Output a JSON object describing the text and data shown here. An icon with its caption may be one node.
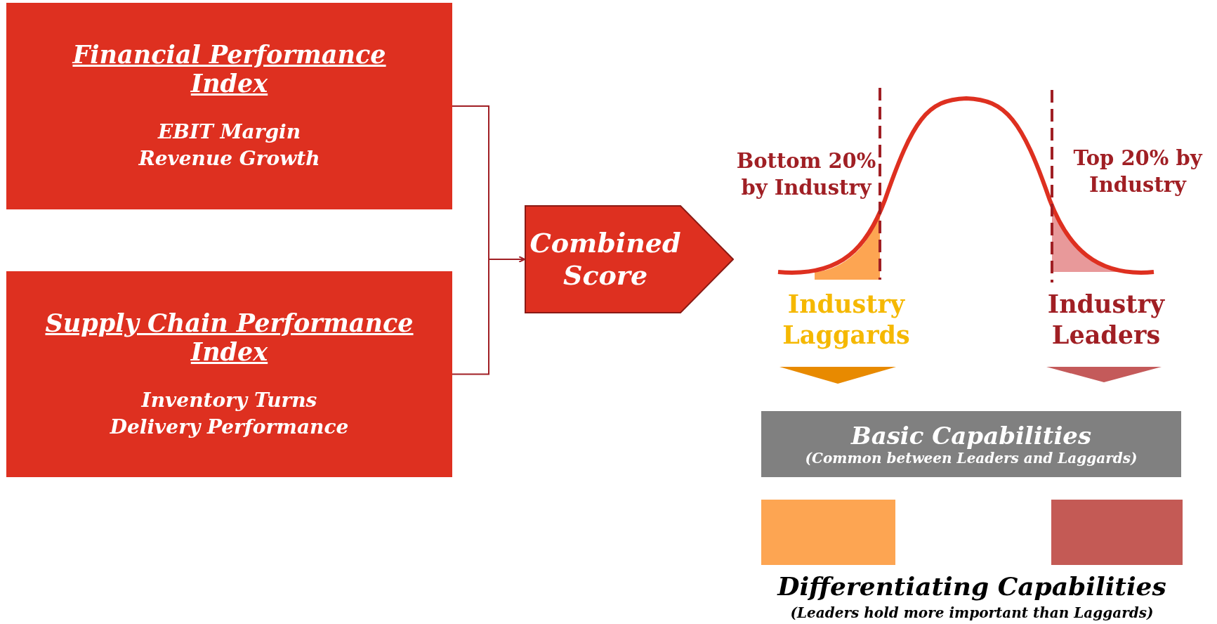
{
  "diagram": {
    "nodes": [
      {
        "text": [
          "Financial Performance Index",
          "EBIT Margin",
          "Revenue Growth"
        ]
      },
      {
        "text": [
          "Supply Chain Performance Index",
          "Inventory Turns",
          "Delivery Performance"
        ]
      },
      {
        "text": [
          "Combined Score"
        ]
      },
      {
        "text": [
          "Industry Laggards"
        ]
      },
      {
        "text": [
          "Industry Leaders"
        ]
      },
      {
        "text": [
          "Basic Capabilities",
          "(Common between Leaders and Laggards)"
        ]
      },
      {
        "text": [],
        "shape": "box"
      },
      {
        "text": [],
        "shape": "box"
      }
    ],
    "edges": [
      {
        "from": 0,
        "to": 2,
        "arrow": "to"
      },
      {
        "from": 1,
        "to": 2,
        "arrow": "to"
      }
    ],
    "labels": [
      "Bottom 20% by Industry",
      "Top 20% by Industry",
      "Differentiating Capabilities",
      "(Leaders hold more important than Laggards)"
    ]
  }
}
